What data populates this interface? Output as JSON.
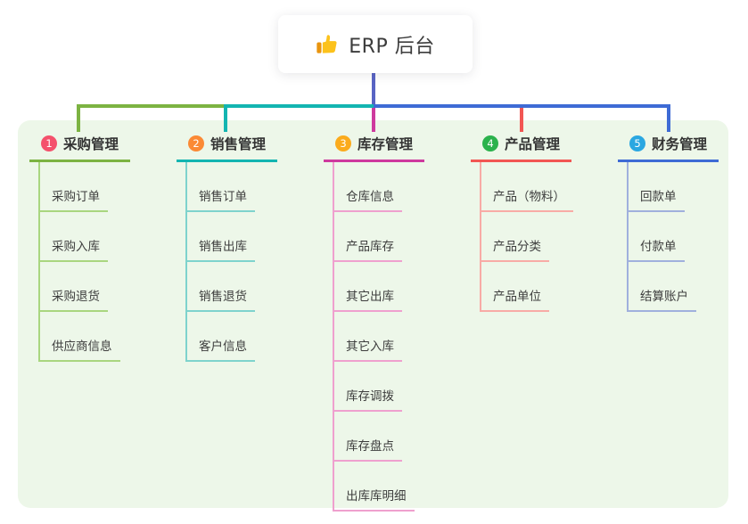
{
  "root": {
    "title": "ERP 后台",
    "icon": "thumbs-up"
  },
  "panel": {
    "background": "#edf7e9"
  },
  "connectors": {
    "root_line_color": "#5964c4",
    "left_segment_colors": [
      "#7cb342",
      "#13b5b1"
    ],
    "right_segment_color": "#3e6bd5",
    "drop_colors": [
      "#7cb342",
      "#13b5b1",
      "#ce3a9e",
      "#f25653",
      "#3e6bd5"
    ]
  },
  "branches": [
    {
      "index": "1",
      "title": "采购管理",
      "badge_color": "#f4516c",
      "line_color": "#7cb342",
      "child_line_color": "#a9d67f",
      "children": [
        "采购订单",
        "采购入库",
        "采购退货",
        "供应商信息"
      ]
    },
    {
      "index": "2",
      "title": "销售管理",
      "badge_color": "#fb8a35",
      "line_color": "#13b5b1",
      "child_line_color": "#7ed3cd",
      "children": [
        "销售订单",
        "销售出库",
        "销售退货",
        "客户信息"
      ]
    },
    {
      "index": "3",
      "title": "库存管理",
      "badge_color": "#fbab1c",
      "line_color": "#ce3a9e",
      "child_line_color": "#efa0ce",
      "children": [
        "仓库信息",
        "产品库存",
        "其它出库",
        "其它入库",
        "库存调拨",
        "库存盘点",
        "出库库明细"
      ]
    },
    {
      "index": "4",
      "title": "产品管理",
      "badge_color": "#2bb24c",
      "line_color": "#f25653",
      "child_line_color": "#f8aba6",
      "children": [
        "产品（物料）",
        "产品分类",
        "产品单位"
      ]
    },
    {
      "index": "5",
      "title": "财务管理",
      "badge_color": "#2aa7e1",
      "line_color": "#3e6bd5",
      "child_line_color": "#a0b0dd",
      "children": [
        "回款单",
        "付款单",
        "结算账户"
      ]
    }
  ]
}
